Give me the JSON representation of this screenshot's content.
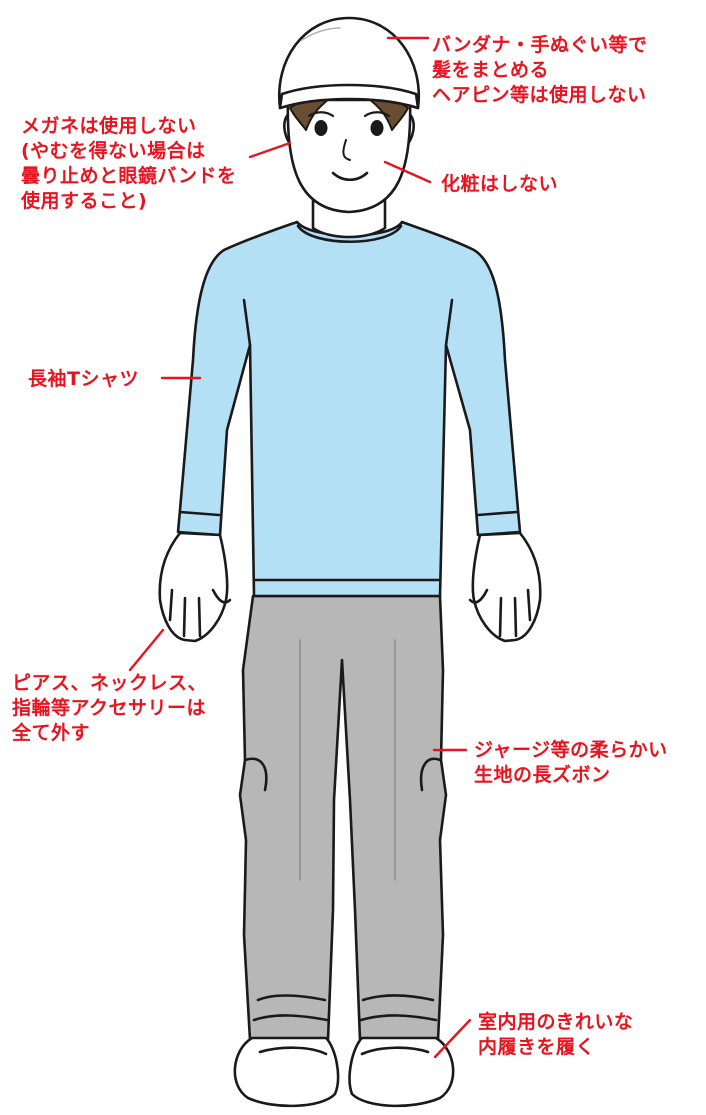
{
  "colors": {
    "annotation_red": "#e8141f",
    "shirt_blue": "#b4e0f6",
    "pants_gray": "#b7b7b7",
    "skin": "#ffffff",
    "hair_brown": "#6b4e32",
    "outline": "#1a1a1a"
  },
  "annotations": {
    "hat": {
      "line1": "バンダナ・手ぬぐい等で",
      "line2": "髪をまとめる",
      "line3": "ヘアピン等は使用しない"
    },
    "glasses": {
      "line1": "メガネは使用しない",
      "line2": "(やむを得ない場合は",
      "line3": "曇り止めと眼鏡バンドを",
      "line4": "使用すること)"
    },
    "makeup": {
      "line1": "化粧はしない"
    },
    "shirt": {
      "line1": "長袖Tシャツ"
    },
    "jewelry": {
      "line1": "ピアス、ネックレス、",
      "line2": "指輪等アクセサリーは",
      "line3": "全て外す"
    },
    "pants": {
      "line1": "ジャージ等の柔らかい",
      "line2": "生地の長ズボン"
    },
    "shoes": {
      "line1": "室内用のきれいな",
      "line2": "内履きを履く"
    }
  }
}
